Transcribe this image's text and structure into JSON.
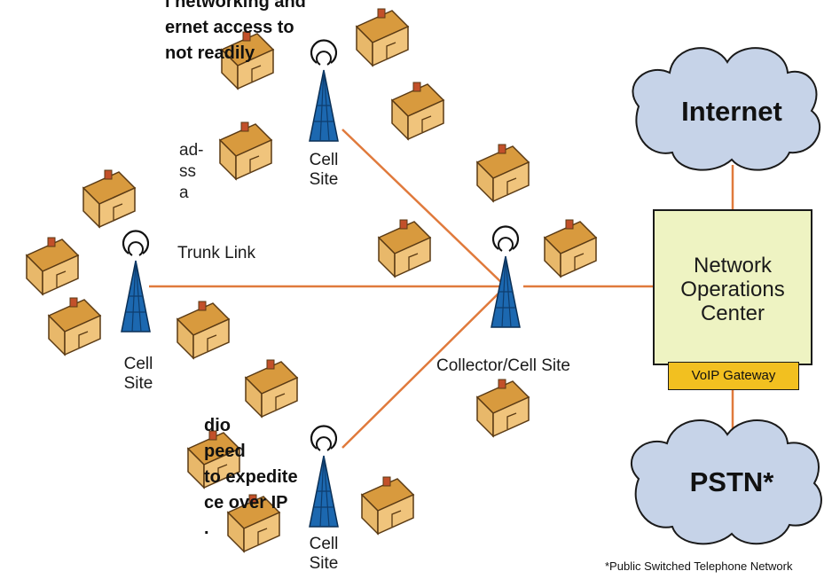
{
  "intro_text": {
    "line1": "l networking and",
    "line2": "ernet access to",
    "line3": "not readily"
  },
  "side_text": {
    "line1": "ad-",
    "line2": "ss",
    "line3": "a"
  },
  "bottom_text": {
    "line1": "dio",
    "line2": "peed",
    "line3": "to expedite",
    "line4": "ce over IP",
    "line5": "."
  },
  "labels": {
    "cell_site_top": "Cell\nSite",
    "cell_site_left": "Cell\nSite",
    "cell_site_bottom": "Cell\nSite",
    "collector": "Collector/Cell Site",
    "trunk_link": "Trunk Link"
  },
  "noc": {
    "title": "Network\nOperations\nCenter",
    "gateway": "VoIP Gateway"
  },
  "clouds": {
    "internet": "Internet",
    "pstn": "PSTN*"
  },
  "footnote": "*Public Switched Telephone Network",
  "colors": {
    "link": "#e07a3c",
    "tower": "#1c68b0",
    "cloud": "#c6d3e8",
    "house_wall": "#e8b86a",
    "house_roof": "#d89a3e",
    "chimney": "#c2502a",
    "noc_fill": "#eef3c2",
    "gateway_fill": "#f2c020"
  }
}
